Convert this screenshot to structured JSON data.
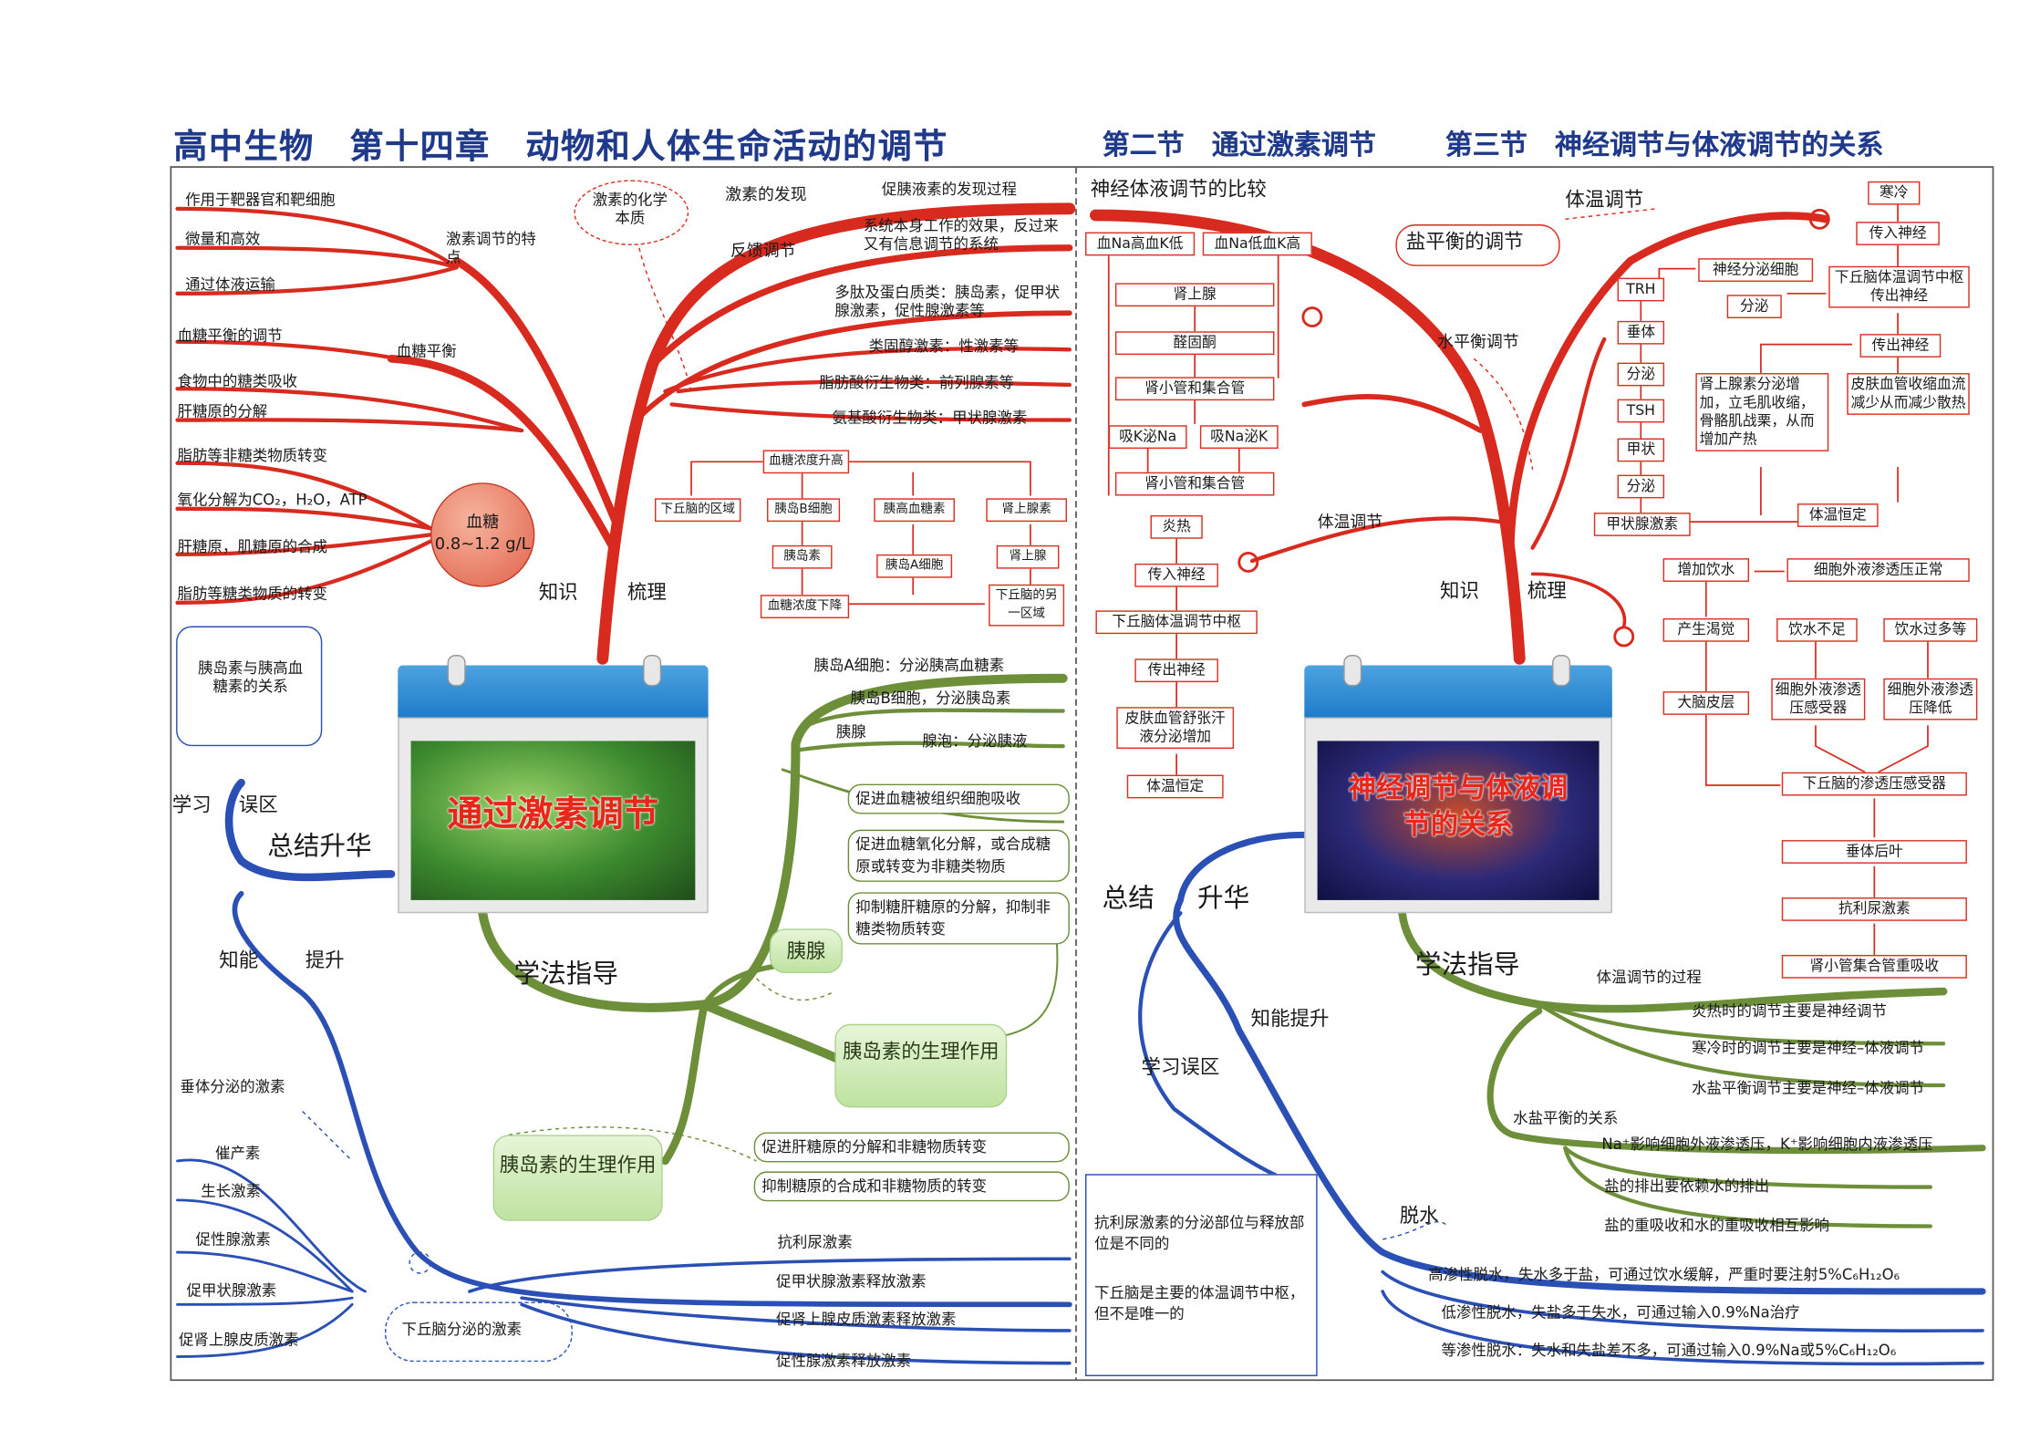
{
  "title": {
    "main": "高中生物　第十四章　动物和人体生命活动的调节",
    "sec2": "第二节　通过激素调节",
    "sec3": "第三节　神经调节与体液调节的关系"
  },
  "left": {
    "calendar_title": "通过激素调节",
    "branches": {
      "knowledge": "知识",
      "knowledge2": "梳理",
      "method": "学法指导",
      "summary": "总结升华",
      "study": "学习",
      "study2": "误区",
      "ability": "知能",
      "ability2": "提升"
    },
    "features": {
      "label": "激素调节的特点",
      "items": [
        "作用于靶器官和靶细胞",
        "微量和高效",
        "通过体液运输"
      ]
    },
    "blood_sugar": {
      "label": "血糖平衡",
      "items": [
        "血糖平衡的调节",
        "食物中的糖类吸收",
        "肝糖原的分解",
        "脂肪等非糖类物质转变",
        "氧化分解为CO₂，H₂O，ATP",
        "肝糖原，肌糖原的合成",
        "脂肪等糖类物质的转变"
      ],
      "circle": "血糖",
      "circle_value": "0.8~1.2 g/L"
    },
    "chem": "激素的化学本质",
    "discovery": {
      "label": "激素的发现",
      "text": "促胰液素的发现过程"
    },
    "feedback": {
      "label": "反馈调节",
      "text": "系统本身工作的效果，反过来又有信息调节的系统"
    },
    "types": [
      "多肽及蛋白质类：胰岛素，促甲状腺激素，促性腺激素等",
      "类固醇激素：性激素等",
      "脂肪酸衍生物类：前列腺素等",
      "氨基酸衍生物类：甲状腺激素"
    ],
    "flow": {
      "up": "血糖浓度升高",
      "down": "血糖浓度下降",
      "hypo": "下丘脑的区域",
      "b": "胰岛B细胞",
      "ins": "胰岛素",
      "high": "胰高血糖素",
      "a": "胰岛A细胞",
      "adr": "肾上腺素",
      "adg": "肾上腺",
      "hypo2": "下丘脑的另一区域"
    },
    "misconception": "胰岛素与胰高血糖素的关系",
    "pancreas": {
      "a": "胰岛A细胞：分泌胰高血糖素",
      "b": "胰岛B细胞，分泌胰岛素",
      "gland": "胰腺",
      "acinar": "腺泡：分泌胰液",
      "label": "胰腺"
    },
    "effects_ins": [
      "促进血糖被组织细胞吸收",
      "促进血糖氧化分解，或合成糖原或转变为非糖类物质",
      "抑制糖肝糖原的分解，抑制非糖类物质转变"
    ],
    "bubble1": "胰岛素的生理作用",
    "bubble2": "胰岛素的生理作用",
    "effects_glu": [
      "促进肝糖原的分解和非糖物质转变",
      "抑制糖原的合成和非糖物质的转变"
    ],
    "pituitary": {
      "label": "垂体分泌的激素",
      "items": [
        "催产素",
        "生长激素",
        "促性腺激素",
        "促甲状腺激素",
        "促肾上腺皮质激素"
      ]
    },
    "hypothalamus": {
      "label": "下丘脑分泌的激素",
      "items": [
        "抗利尿激素",
        "促甲状腺激素释放激素",
        "促肾上腺皮质激素释放激素",
        "促性腺激素释放激素"
      ]
    }
  },
  "right": {
    "calendar_title": "神经调节与体液调节的关系",
    "branches": {
      "knowledge": "知识",
      "knowledge2": "梳理",
      "method": "学法指导",
      "summary": "总结",
      "summary2": "升华",
      "study": "学习误区",
      "ability": "知能提升"
    },
    "compare": "神经体液调节的比较",
    "salt": "盐平衡的调节",
    "water": "水平衡调节",
    "temp_label": "体温调节",
    "temp_label2": "体温调节",
    "salt_flow": {
      "a": "血Na高血K低",
      "b": "血Na低血K高",
      "adg": "肾上腺",
      "ald": "醛固酮",
      "kid": "肾小管和集合管",
      "k": "吸K泌Na",
      "na": "吸Na泌K",
      "kid2": "肾小管和集合管"
    },
    "heat_flow": [
      "炎热",
      "传入神经",
      "下丘脑体温调节中枢",
      "传出神经",
      "皮肤血管舒张汗液分泌增加",
      "体温恒定"
    ],
    "cold": {
      "cold": "寒冷",
      "in": "传入神经",
      "center": "下丘脑体温调节中枢传出神经",
      "neuro": "神经分泌细胞",
      "sec": "分泌",
      "out": "传出神经",
      "adr": "肾上腺素分泌增加，立毛肌收缩，骨骼肌战栗，从而增加产热",
      "skin": "皮肤血管收缩血流减少从而减少散热",
      "trh": "TRH",
      "pit": "垂体",
      "sec2": "分泌",
      "tsh": "TSH",
      "thy": "甲状",
      "sec3": "分泌",
      "th": "甲状腺激素",
      "const": "体温恒定"
    },
    "water_flow": {
      "drink": "增加饮水",
      "normal": "细胞外液渗透压正常",
      "thirst": "产生渴觉",
      "less": "饮水不足",
      "more": "饮水过多等",
      "cortex": "大脑皮层",
      "rec": "细胞外液渗透压感受器",
      "low": "细胞外液渗透压降低",
      "hyporec": "下丘脑的渗透压感受器",
      "post": "垂体后叶",
      "adh": "抗利尿激素",
      "reab": "肾小管集合管重吸收"
    },
    "temp_process": {
      "label": "体温调节的过程",
      "items": [
        "炎热时的调节主要是神经调节",
        "寒冷时的调节主要是神经–体液调节",
        "水盐平衡调节主要是神经–体液调节"
      ]
    },
    "salt_rel": {
      "label": "水盐平衡的关系",
      "items": [
        "Na⁺影响细胞外液渗透压，K⁺影响细胞内液渗透压",
        "盐的排出要依赖水的排出",
        "盐的重吸收和水的重吸收相互影响"
      ]
    },
    "dehydration": {
      "label": "脱水",
      "items": [
        "高渗性脱水，失水多于盐，可通过饮水缓解，严重时要注射5%C₆H₁₂O₆",
        "低渗性脱水，失盐多于失水，可通过输入0.9%Na治疗",
        "等渗性脱水：失水和失盐差不多，可通过输入0.9%Na或5%C₆H₁₂O₆"
      ]
    },
    "misconception": [
      "抗利尿激素的分泌部位与释放部位是不同的",
      "下丘脑是主要的体温调节中枢，但不是唯一的"
    ]
  }
}
